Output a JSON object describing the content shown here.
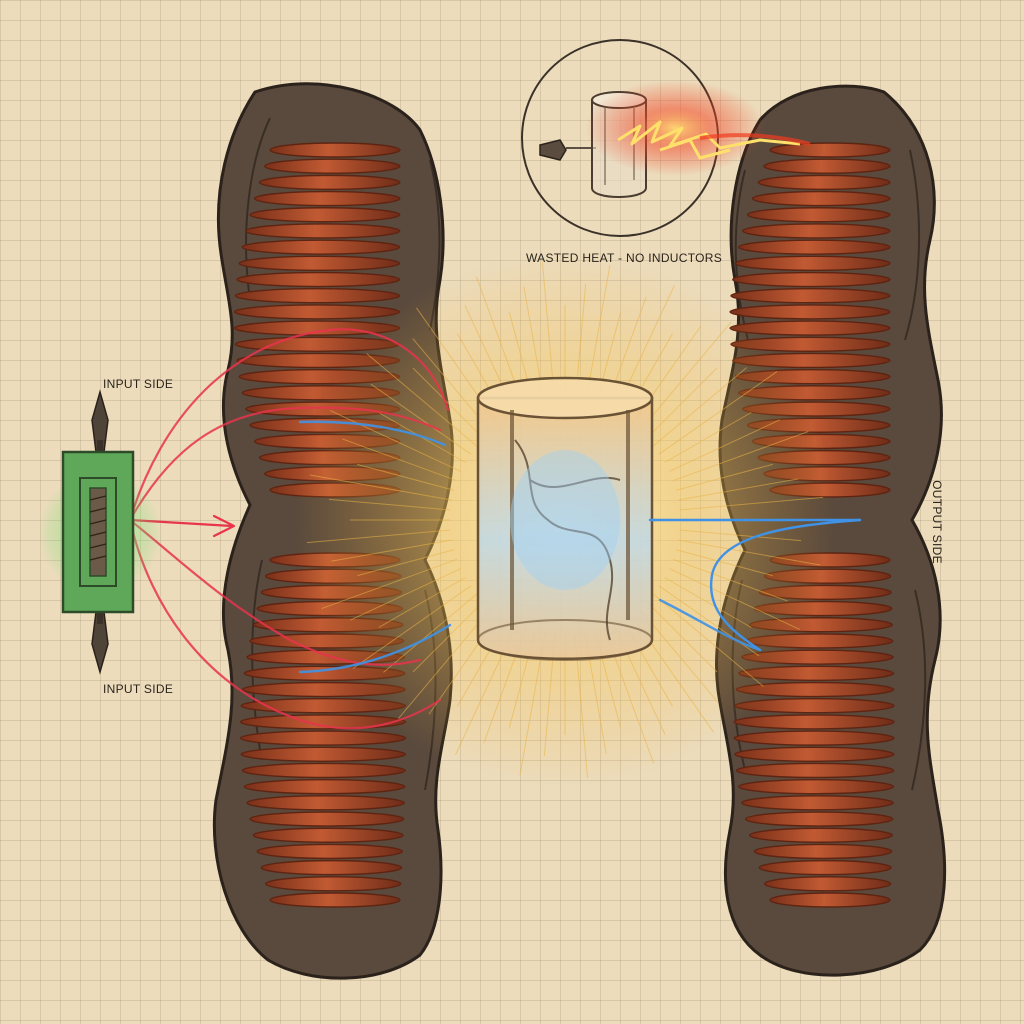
{
  "labels": {
    "input_top": "INPUT SIDE",
    "input_bottom": "INPUT SIDE",
    "wasted_heat": "WASTED HEAT - NO INDUCTORS",
    "output": "OUTPUT SIDE"
  },
  "colors": {
    "paper": "#ecdcbc",
    "grid": "#a08c66",
    "casing": "#4a3d33",
    "copper": "#b9502c",
    "copper_dark": "#7a3019",
    "input_current": "#e8344c",
    "output_current": "#3f92e6",
    "source_glow": "#6fdc6a",
    "core_glow": "#f2b13b",
    "heat_spark": "#f03a1e"
  },
  "icons": {
    "source": "green-capacitor-icon",
    "core": "glass-cylinder-icon",
    "heat": "spark-icon"
  }
}
